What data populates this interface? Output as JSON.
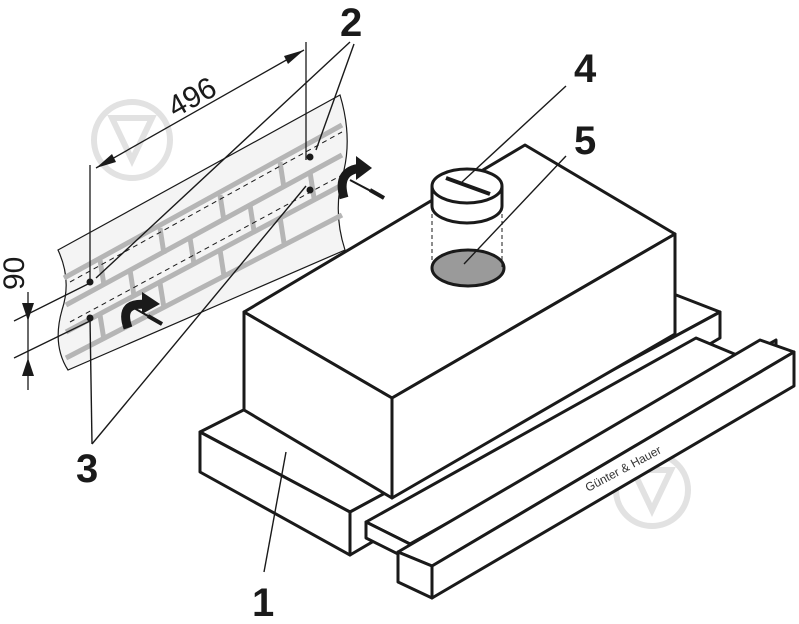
{
  "diagram": {
    "labels": {
      "hood_body": "1",
      "wall_fixings": "2",
      "wall_holes": "3",
      "outlet_cap": "4",
      "outlet_opening": "5"
    },
    "dimensions": {
      "width": "496",
      "height": "90"
    },
    "brand": "Günter & Hauer"
  }
}
